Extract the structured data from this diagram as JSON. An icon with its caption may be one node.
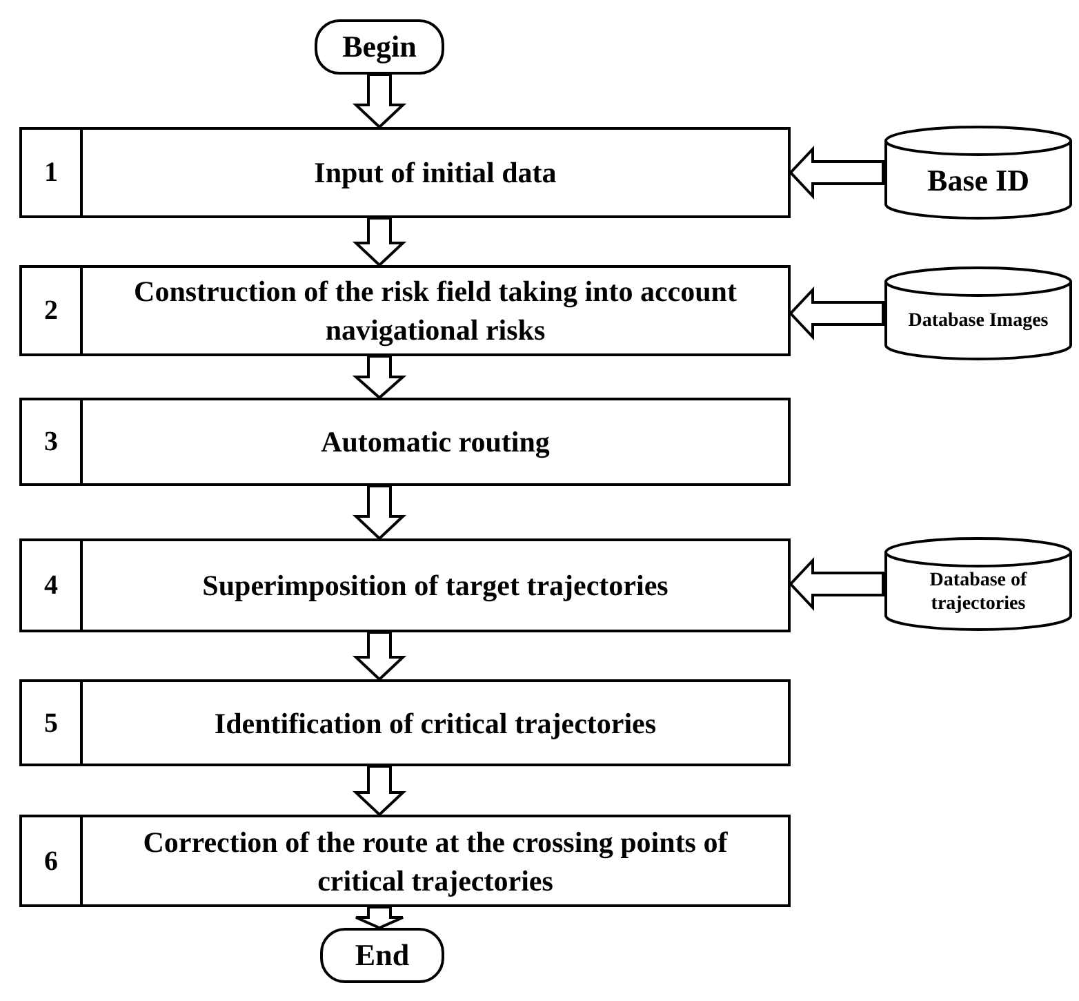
{
  "diagram": {
    "nodes": [
      {
        "text": [
          "Begin"
        ]
      },
      {
        "text": [
          "1",
          "Input of initial data"
        ]
      },
      {
        "text": [
          "Base ID"
        ]
      },
      {
        "text": [
          "2",
          "Construction of the risk field taking into account navigational risks"
        ]
      },
      {
        "text": [
          "Database Images"
        ]
      },
      {
        "text": [
          "3",
          "Automatic routing"
        ]
      },
      {
        "text": [
          "4",
          "Superimposition of target trajectories"
        ]
      },
      {
        "text": [
          "Database of trajectories"
        ]
      },
      {
        "text": [
          "5",
          "Identification of critical trajectories"
        ]
      },
      {
        "text": [
          "6",
          "Correction of the route at the crossing points of critical trajectories"
        ]
      },
      {
        "text": [
          "End"
        ]
      }
    ],
    "edges": [
      {
        "from": 0,
        "to": 1,
        "arrow": "to"
      },
      {
        "from": 2,
        "to": 1,
        "arrow": "to"
      },
      {
        "from": 1,
        "to": 3,
        "arrow": "to"
      },
      {
        "from": 4,
        "to": 3,
        "arrow": "to"
      },
      {
        "from": 3,
        "to": 5,
        "arrow": "to"
      },
      {
        "from": 5,
        "to": 6,
        "arrow": "to"
      },
      {
        "from": 7,
        "to": 6,
        "arrow": "to"
      },
      {
        "from": 6,
        "to": 8,
        "arrow": "to"
      },
      {
        "from": 8,
        "to": 9,
        "arrow": "to"
      },
      {
        "from": 9,
        "to": 10,
        "arrow": "to"
      }
    ]
  }
}
